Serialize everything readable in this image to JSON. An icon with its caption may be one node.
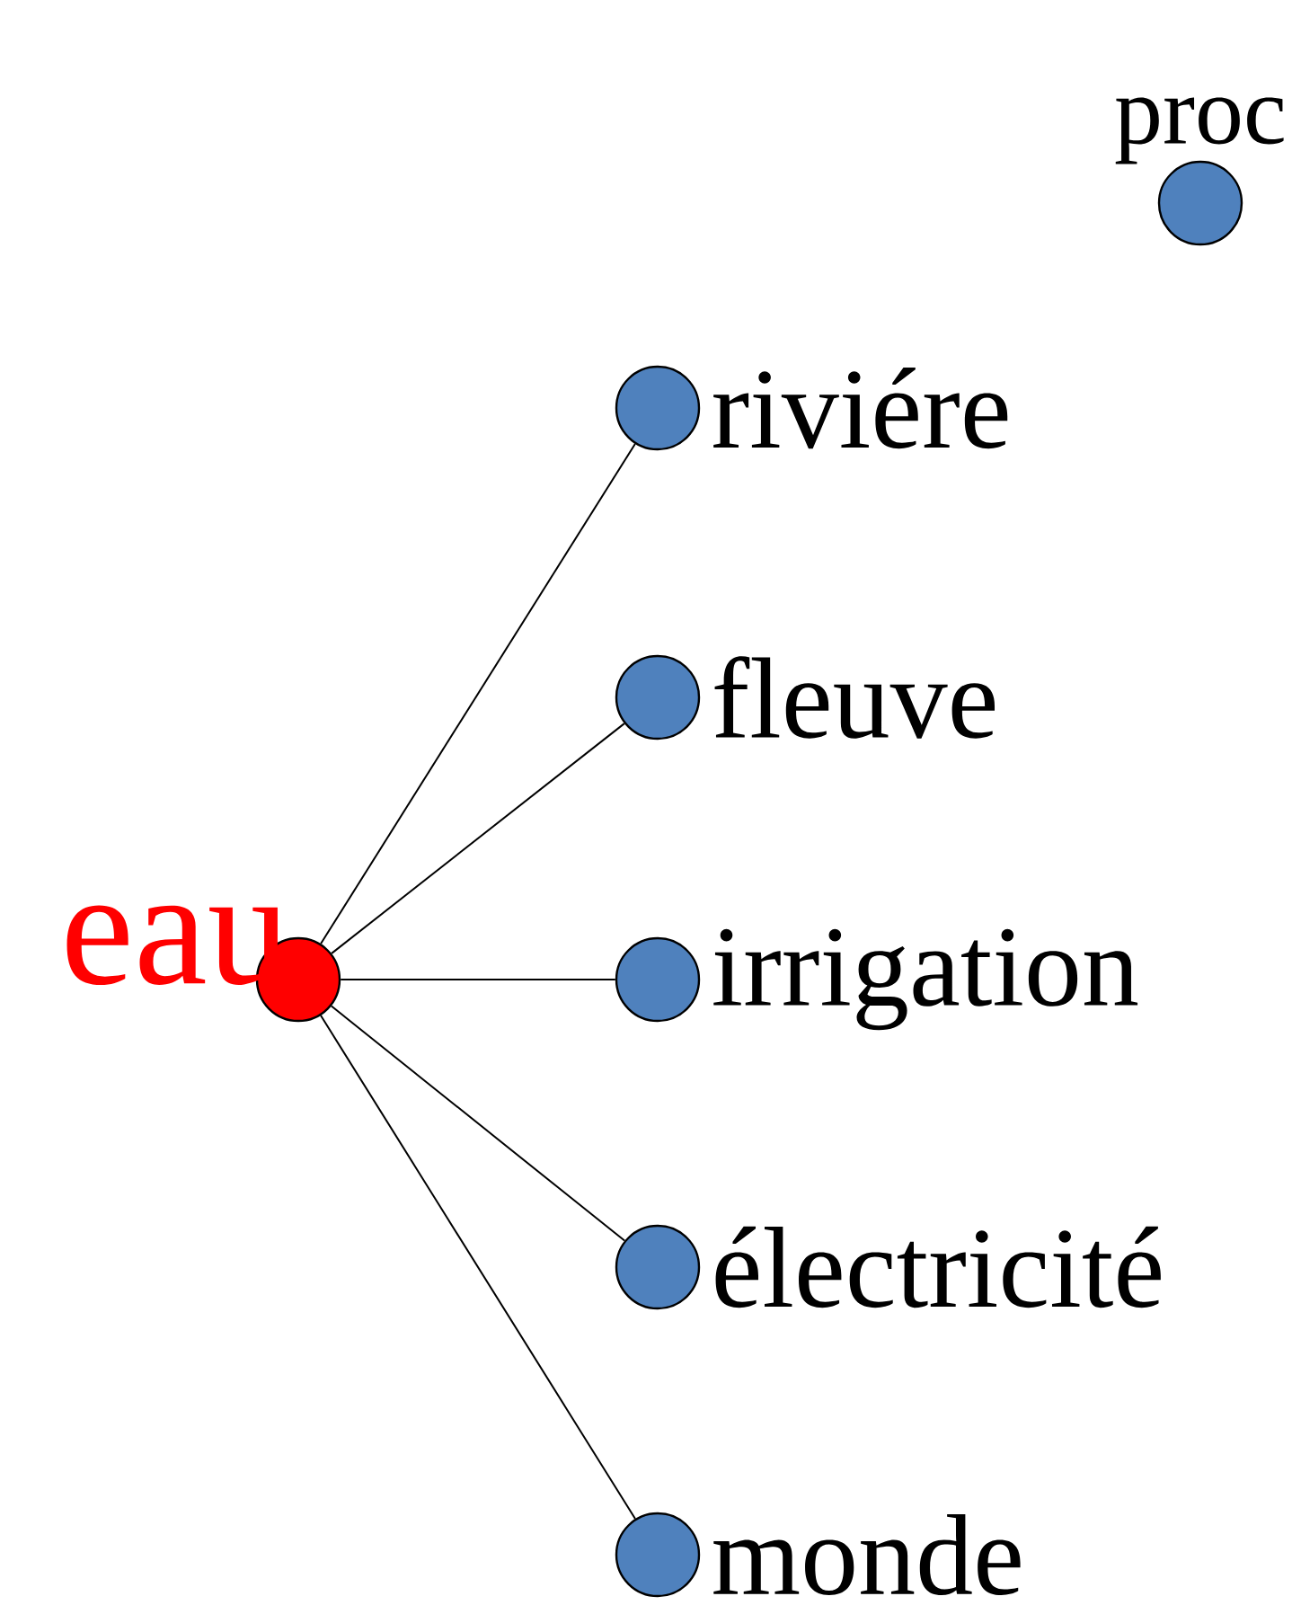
{
  "diagram": {
    "nodes": [
      {
        "text": [
          "proc"
        ]
      },
      {
        "text": [
          "riviére"
        ]
      },
      {
        "text": [
          "fleuve"
        ]
      },
      {
        "text": [
          "eau"
        ]
      },
      {
        "text": [
          "irrigation"
        ]
      },
      {
        "text": [
          "électricité"
        ]
      },
      {
        "text": [
          "monde"
        ]
      }
    ],
    "edges": [
      {
        "from": 3,
        "to": 1,
        "arrow": "none"
      },
      {
        "from": 3,
        "to": 2,
        "arrow": "none"
      },
      {
        "from": 3,
        "to": 4,
        "arrow": "none"
      },
      {
        "from": 3,
        "to": 5,
        "arrow": "none"
      },
      {
        "from": 3,
        "to": 6,
        "arrow": "none"
      }
    ]
  }
}
